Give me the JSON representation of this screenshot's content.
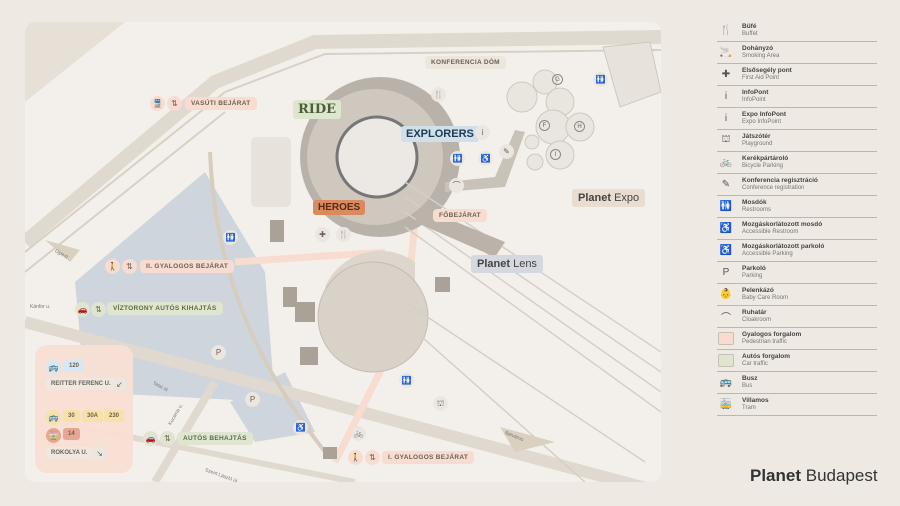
{
  "map": {
    "entrances": {
      "railway": "VASÚTI BEJÁRAT",
      "ped2": "II. GYALOGOS BEJÁRAT",
      "car_exit": "VÍZTORONY AUTÓS KIHAJTÁS",
      "car_entry": "AUTÓS BEHAJTÁS",
      "ped1": "I. GYALOGOS BEJÁRAT",
      "main": "FŐBEJÁRAT",
      "conference": "KONFERENCIA DÓM"
    },
    "attractions": {
      "ride": "RIDE",
      "explorers": "EXPLORERS",
      "heroes": "HEROES"
    },
    "venues": {
      "expo_a": "Planet",
      "expo_b": "Expo",
      "lens_a": "Planet",
      "lens_b": "Lens"
    },
    "dome_letters": [
      "G",
      "F",
      "H",
      "I"
    ],
    "streets": [
      "Újpest",
      "Kánfor u.",
      "Tatai út",
      "Kucsma u.",
      "Szent László út",
      "Belváros"
    ],
    "transit": {
      "bus_lines_1": [
        "120"
      ],
      "stop_1": "REITTER FERENC U.",
      "bus_lines_2": [
        "30",
        "30A",
        "230"
      ],
      "tram_lines": [
        "14"
      ],
      "stop_2": "ROKOLYA U."
    }
  },
  "legend": [
    {
      "icon": "fork-knife-icon",
      "glyph": "🍴",
      "hu": "Büfé",
      "en": "Buffet"
    },
    {
      "icon": "smoking-icon",
      "glyph": "🚬",
      "hu": "Dohányzó",
      "en": "Smoking Area"
    },
    {
      "icon": "first-aid-icon",
      "glyph": "✚",
      "hu": "Elsősegély pont",
      "en": "First Aid Point"
    },
    {
      "icon": "info-icon",
      "glyph": "i",
      "hu": "InfoPont",
      "en": "InfoPoint"
    },
    {
      "icon": "expo-info-icon",
      "glyph": "i",
      "hu": "Expo InfoPont",
      "en": "Expo InfoPoint"
    },
    {
      "icon": "playground-icon",
      "glyph": "⛫",
      "hu": "Játszótér",
      "en": "Playground"
    },
    {
      "icon": "bicycle-icon",
      "glyph": "🚲",
      "hu": "Kerékpártároló",
      "en": "Bicycle Parking"
    },
    {
      "icon": "conference-registration-icon",
      "glyph": "✎",
      "hu": "Konferencia regisztráció",
      "en": "Conference registration"
    },
    {
      "icon": "restroom-icon",
      "glyph": "🚻",
      "hu": "Mosdók",
      "en": "Restrooms"
    },
    {
      "icon": "accessible-restroom-icon",
      "glyph": "♿",
      "hu": "Mozgáskorlátozott mosdó",
      "en": "Accessible Restroom"
    },
    {
      "icon": "accessible-parking-icon",
      "glyph": "♿",
      "hu": "Mozgáskorlátozott parkoló",
      "en": "Accessible Parking"
    },
    {
      "icon": "parking-icon",
      "glyph": "P",
      "hu": "Parkoló",
      "en": "Parking"
    },
    {
      "icon": "baby-care-icon",
      "glyph": "👶",
      "hu": "Pelenkázó",
      "en": "Baby Care Room"
    },
    {
      "icon": "hanger-icon",
      "glyph": "⌒",
      "hu": "Ruhatár",
      "en": "Cloakroom"
    },
    {
      "icon": "pedestrian-swatch",
      "swatch": "#f7dccf",
      "hu": "Gyalogos forgalom",
      "en": "Pedestrian traffic"
    },
    {
      "icon": "car-swatch",
      "swatch": "#dfe5cf",
      "hu": "Autós forgalom",
      "en": "Car traffic"
    },
    {
      "icon": "bus-icon",
      "glyph": "🚌",
      "hu": "Busz",
      "en": "Bus"
    },
    {
      "icon": "tram-icon",
      "glyph": "🚋",
      "hu": "Villamos",
      "en": "Tram"
    }
  ],
  "footer": {
    "a": "Planet",
    "b": "Budapest"
  },
  "colors": {
    "pedestrian": "#f7dccf",
    "car": "#dfe5cf",
    "water": "#cfd5dc",
    "bus_blue": "#d6e8f5",
    "bus_yellow": "#f6e1a8",
    "tram_red": "#e8a592"
  }
}
